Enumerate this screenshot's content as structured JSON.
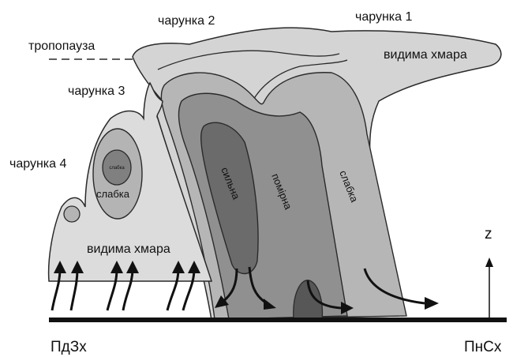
{
  "labels": {
    "cell1": "чарунка 1",
    "cell2": "чарунка 2",
    "cell3": "чарунка 3",
    "cell4": "чарунка 4",
    "tropopause": "тропопауза",
    "visible_cloud_top": "видима хмара",
    "visible_cloud_bottom": "видима хмара",
    "weak_cell3": "слабка",
    "strong": "сильна",
    "moderate": "помірна",
    "weak": "слабка",
    "axis_z": "z",
    "sw": "ПдЗх",
    "ne": "ПнСх"
  },
  "colors": {
    "outline": "#2a2a2a",
    "cloud_light": "#dcdcdc",
    "cloud_anvil": "#d2d2d2",
    "zone_weak": "#b4b4b4",
    "zone_moderate": "#8f8f8f",
    "zone_strong": "#6a6a6a",
    "zone_core": "#555555",
    "ground": "#111111"
  }
}
